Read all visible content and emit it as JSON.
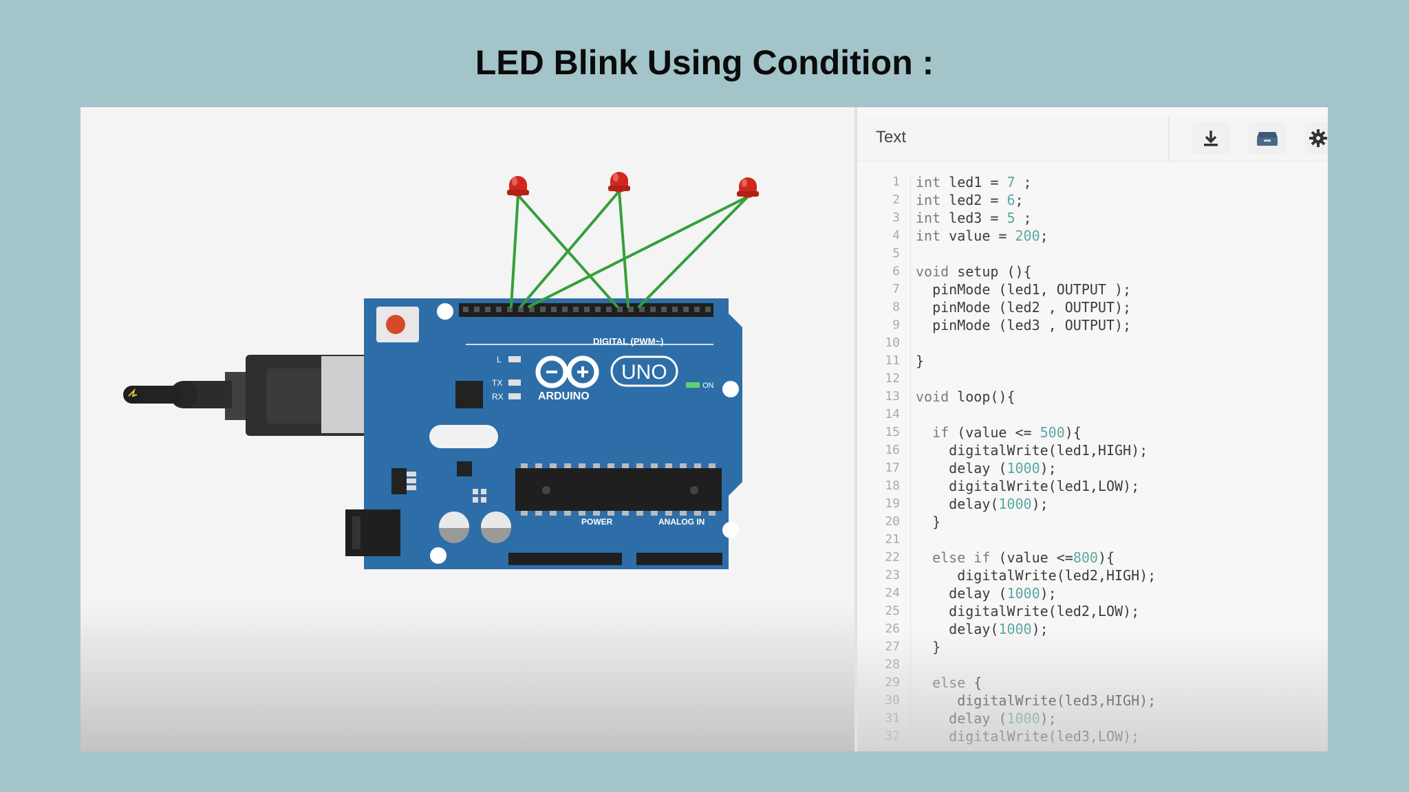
{
  "slide": {
    "title": "LED Blink Using Condition :"
  },
  "circuit": {
    "board_brand": "ARDUINO",
    "board_model": "UNO",
    "digital_label": "DIGITAL (PWM~)",
    "power_label": "POWER",
    "analog_label": "ANALOG IN",
    "on_label": "ON",
    "tx_label": "TX",
    "rx_label": "RX",
    "l_label": "L",
    "led_color": "#d0281e",
    "wire_color": "#34a03a",
    "board_color": "#2e6ea8"
  },
  "editor": {
    "title": "Text",
    "toolbar": {
      "download_icon": "download-icon",
      "library_icon": "library-icon",
      "settings_icon": "gear-icon"
    },
    "lines": [
      {
        "n": "1",
        "segs": [
          {
            "t": "int",
            "c": "kw"
          },
          {
            "t": " led1 = "
          },
          {
            "t": "7",
            "c": "num"
          },
          {
            "t": " ;"
          }
        ]
      },
      {
        "n": "2",
        "segs": [
          {
            "t": "int",
            "c": "kw"
          },
          {
            "t": " led2 = "
          },
          {
            "t": "6",
            "c": "num"
          },
          {
            "t": ";"
          }
        ]
      },
      {
        "n": "3",
        "segs": [
          {
            "t": "int",
            "c": "kw"
          },
          {
            "t": " led3 = "
          },
          {
            "t": "5",
            "c": "num"
          },
          {
            "t": " ;"
          }
        ]
      },
      {
        "n": "4",
        "segs": [
          {
            "t": "int",
            "c": "kw"
          },
          {
            "t": " value = "
          },
          {
            "t": "200",
            "c": "num"
          },
          {
            "t": ";"
          }
        ]
      },
      {
        "n": "5",
        "segs": []
      },
      {
        "n": "6",
        "segs": [
          {
            "t": "void",
            "c": "kw"
          },
          {
            "t": " setup (){"
          }
        ]
      },
      {
        "n": "7",
        "segs": [
          {
            "t": "  pinMode (led1, OUTPUT );"
          }
        ]
      },
      {
        "n": "8",
        "segs": [
          {
            "t": "  pinMode (led2 , OUTPUT);"
          }
        ]
      },
      {
        "n": "9",
        "segs": [
          {
            "t": "  pinMode (led3 , OUTPUT);"
          }
        ]
      },
      {
        "n": "10",
        "segs": []
      },
      {
        "n": "11",
        "segs": [
          {
            "t": "}"
          }
        ]
      },
      {
        "n": "12",
        "segs": []
      },
      {
        "n": "13",
        "segs": [
          {
            "t": "void",
            "c": "kw"
          },
          {
            "t": " loop(){"
          }
        ]
      },
      {
        "n": "14",
        "segs": []
      },
      {
        "n": "15",
        "segs": [
          {
            "t": "  "
          },
          {
            "t": "if",
            "c": "kw"
          },
          {
            "t": " (value <= "
          },
          {
            "t": "500",
            "c": "num"
          },
          {
            "t": "){"
          }
        ]
      },
      {
        "n": "16",
        "segs": [
          {
            "t": "    digitalWrite(led1,HIGH);"
          }
        ]
      },
      {
        "n": "17",
        "segs": [
          {
            "t": "    delay ("
          },
          {
            "t": "1000",
            "c": "num"
          },
          {
            "t": ");"
          }
        ]
      },
      {
        "n": "18",
        "segs": [
          {
            "t": "    digitalWrite(led1,LOW);"
          }
        ]
      },
      {
        "n": "19",
        "segs": [
          {
            "t": "    delay("
          },
          {
            "t": "1000",
            "c": "num"
          },
          {
            "t": ");"
          }
        ]
      },
      {
        "n": "20",
        "segs": [
          {
            "t": "  }"
          }
        ]
      },
      {
        "n": "21",
        "segs": []
      },
      {
        "n": "22",
        "segs": [
          {
            "t": "  "
          },
          {
            "t": "else if",
            "c": "kw"
          },
          {
            "t": " (value <="
          },
          {
            "t": "800",
            "c": "num"
          },
          {
            "t": "){"
          }
        ]
      },
      {
        "n": "23",
        "segs": [
          {
            "t": "     digitalWrite(led2,HIGH);"
          }
        ]
      },
      {
        "n": "24",
        "segs": [
          {
            "t": "    delay ("
          },
          {
            "t": "1000",
            "c": "num"
          },
          {
            "t": ");"
          }
        ]
      },
      {
        "n": "25",
        "segs": [
          {
            "t": "    digitalWrite(led2,LOW);"
          }
        ]
      },
      {
        "n": "26",
        "segs": [
          {
            "t": "    delay("
          },
          {
            "t": "1000",
            "c": "num"
          },
          {
            "t": ");"
          }
        ]
      },
      {
        "n": "27",
        "segs": [
          {
            "t": "  }"
          }
        ]
      },
      {
        "n": "28",
        "segs": []
      },
      {
        "n": "29",
        "segs": [
          {
            "t": "  "
          },
          {
            "t": "else",
            "c": "kw"
          },
          {
            "t": " {"
          }
        ]
      },
      {
        "n": "30",
        "segs": [
          {
            "t": "     digitalWrite(led3,HIGH);"
          }
        ]
      },
      {
        "n": "31",
        "segs": [
          {
            "t": "    delay ("
          },
          {
            "t": "1000",
            "c": "num"
          },
          {
            "t": ");"
          }
        ]
      },
      {
        "n": "32",
        "segs": [
          {
            "t": "    digitalWrite(led3,LOW);"
          }
        ]
      }
    ]
  }
}
